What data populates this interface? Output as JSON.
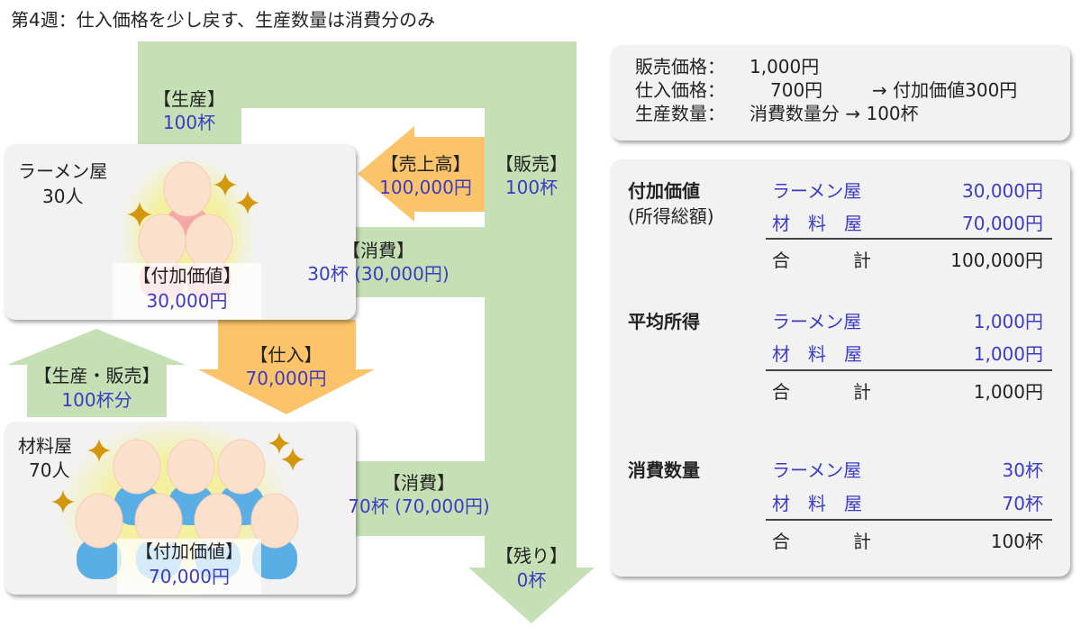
{
  "title": "第4週：仕入価格を少し戻す、生産数量は消費分のみ",
  "colors": {
    "green": "#c5e0b4",
    "orange": "#fbc36a",
    "blue": "#3b3bc4",
    "box": "#f2f2f2",
    "star": "#d4960a",
    "pink": "#f4a7a7",
    "skyblue": "#5aaee6"
  },
  "diagram": {
    "production": {
      "label": "【生産】",
      "value": "100杯"
    },
    "sales": {
      "label": "【販売】",
      "value": "100杯"
    },
    "revenue": {
      "label": "【売上高】",
      "value": "100,000円"
    },
    "ramen": {
      "name": "ラーメン屋",
      "count": "30人",
      "va_label": "【付加価値】",
      "va_value": "30,000円"
    },
    "ramen_consumption": {
      "label": "【消費】",
      "value": "30杯 (30,000円)"
    },
    "purchase": {
      "label": "【仕入】",
      "value": "70,000円"
    },
    "prod_sales": {
      "label": "【生産・販売】",
      "value": "100杯分"
    },
    "material": {
      "name": "材料屋",
      "count": "70人",
      "va_label": "【付加価値】",
      "va_value": "70,000円"
    },
    "material_consumption": {
      "label": "【消費】",
      "value": "70杯 (70,000円)"
    },
    "remainder": {
      "label": "【残り】",
      "value": "0杯"
    }
  },
  "conditions": [
    {
      "label": "販売価格：",
      "value": "1,000円",
      "note": ""
    },
    {
      "label": "仕入価格：",
      "value": "700円",
      "note": "→ 付加価値300円"
    },
    {
      "label": "生産数量：",
      "value": "消費数量分 → 100杯",
      "note": ""
    }
  ],
  "summary": [
    {
      "heading": "付加価値",
      "sub": "(所得総額)",
      "rows": [
        {
          "name": "ラーメン屋",
          "value": "30,000円"
        },
        {
          "name": "材　料　屋",
          "value": "70,000円"
        }
      ],
      "total_a": "合",
      "total_b": "計",
      "total": "100,000円"
    },
    {
      "heading": "平均所得",
      "sub": "",
      "rows": [
        {
          "name": "ラーメン屋",
          "value": "1,000円"
        },
        {
          "name": "材　料　屋",
          "value": "1,000円"
        }
      ],
      "total_a": "合",
      "total_b": "計",
      "total": "1,000円"
    },
    {
      "heading": "消費数量",
      "sub": "",
      "rows": [
        {
          "name": "ラーメン屋",
          "value": "30杯"
        },
        {
          "name": "材　料　屋",
          "value": "70杯"
        }
      ],
      "total_a": "合",
      "total_b": "計",
      "total": "100杯"
    }
  ]
}
